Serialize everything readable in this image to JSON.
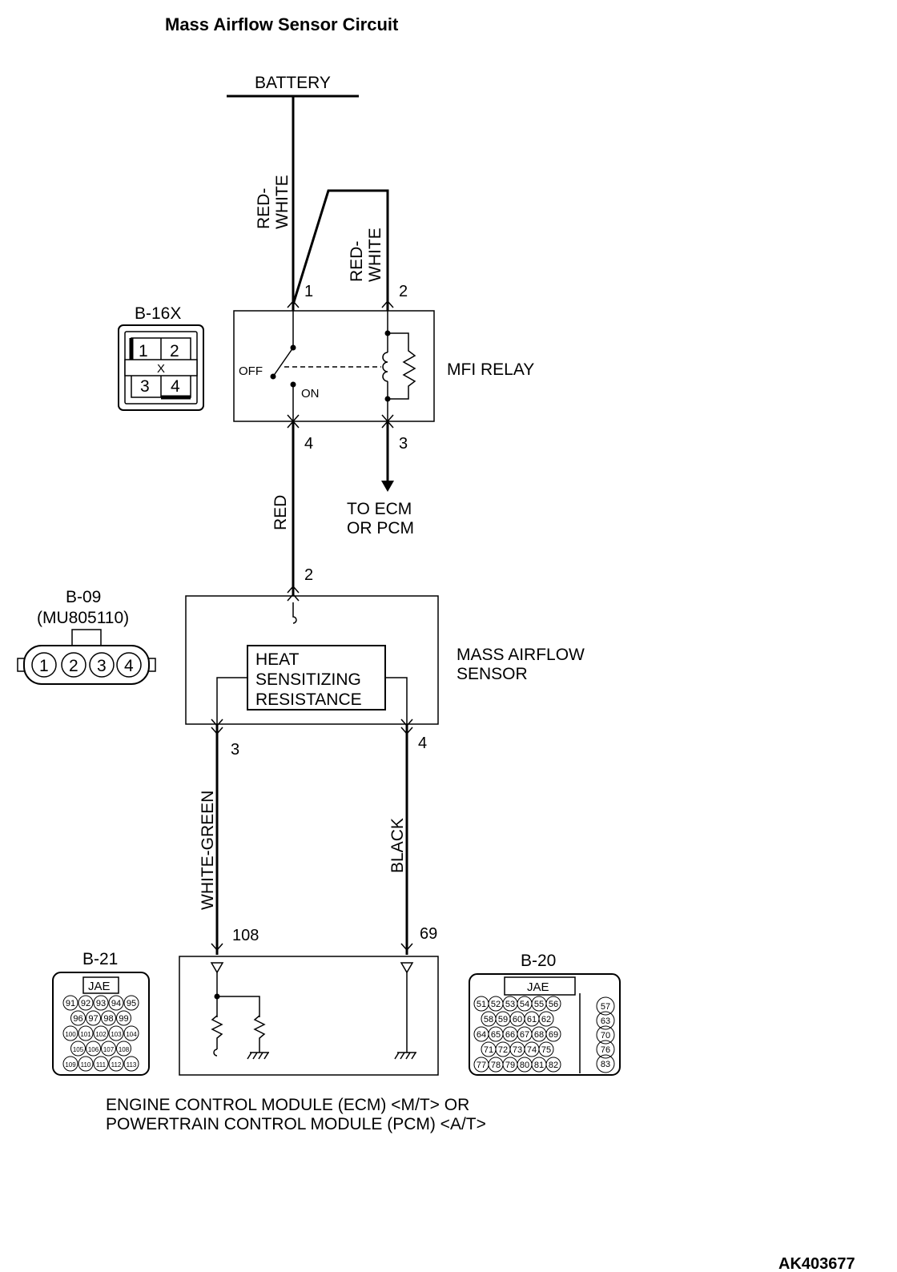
{
  "title": "Mass Airflow Sensor Circuit",
  "battery_label": "BATTERY",
  "wires": {
    "red_white_left": [
      "RED-",
      "WHITE"
    ],
    "red_white_right": [
      "RED-",
      "WHITE"
    ],
    "red": "RED",
    "white_green": "WHITE-GREEN",
    "black": "BLACK"
  },
  "relay": {
    "name": "MFI RELAY",
    "off_label": "OFF",
    "on_label": "ON",
    "pins": {
      "p1": "1",
      "p2": "2",
      "p3": "3",
      "p4": "4"
    },
    "to_module": [
      "TO ECM",
      "OR PCM"
    ]
  },
  "connector_b16x": {
    "name": "B-16X",
    "cells": [
      "1",
      "2",
      "X",
      "3",
      "4"
    ]
  },
  "connector_b09": {
    "name": "B-09",
    "part": "(MU805110)",
    "pins": [
      "1",
      "2",
      "3",
      "4"
    ]
  },
  "maf": {
    "name": [
      "MASS AIRFLOW",
      "SENSOR"
    ],
    "element": [
      "HEAT",
      "SENSITIZING",
      "RESISTANCE"
    ],
    "pins": {
      "supply": "2",
      "left": "3",
      "right": "4"
    }
  },
  "ecm": {
    "pins": {
      "left": "108",
      "right": "69"
    },
    "name": [
      "ENGINE CONTROL MODULE (ECM) <M/T> OR",
      "POWERTRAIN CONTROL MODULE (PCM) <A/T>"
    ]
  },
  "connector_b21": {
    "name": "B-21",
    "brand": "JAE",
    "rows": [
      [
        "91",
        "92",
        "93",
        "94",
        "95"
      ],
      [
        "96",
        "97",
        "98",
        "99"
      ],
      [
        "100",
        "101",
        "102",
        "103",
        "104"
      ],
      [
        "105",
        "106",
        "107",
        "108"
      ],
      [
        "109",
        "110",
        "111",
        "112",
        "113"
      ]
    ]
  },
  "connector_b20": {
    "name": "B-20",
    "brand": "JAE",
    "rows": [
      [
        "51",
        "52",
        "53",
        "54",
        "55",
        "56"
      ],
      [
        "58",
        "59",
        "60",
        "61",
        "62"
      ],
      [
        "64",
        "65",
        "66",
        "67",
        "68",
        "69"
      ],
      [
        "71",
        "72",
        "73",
        "74",
        "75"
      ],
      [
        "77",
        "78",
        "79",
        "80",
        "81",
        "82"
      ]
    ],
    "side": [
      "57",
      "63",
      "70",
      "76",
      "83"
    ]
  },
  "figure_id": "AK403677"
}
